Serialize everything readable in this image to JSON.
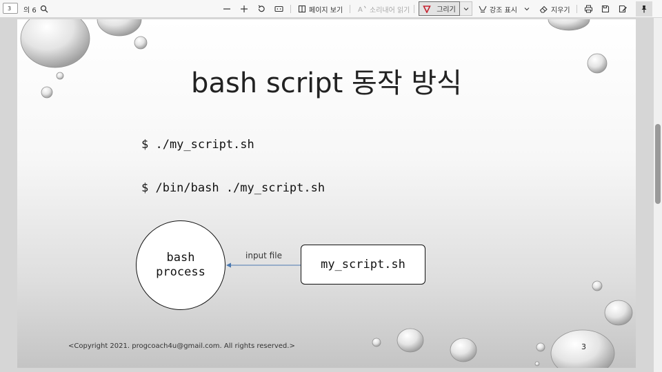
{
  "toolbar": {
    "page_current": "3",
    "page_total": "의 6",
    "page_view": "페이지 보기",
    "read_aloud": "소리내어 읽기",
    "draw": "그리기",
    "highlight": "강조 표시",
    "erase": "지우기"
  },
  "slide": {
    "title": "bash script 동작 방식",
    "cmd1": "$ ./my_script.sh",
    "cmd2": "$ /bin/bash ./my_script.sh",
    "circle_label": [
      "bash",
      "process"
    ],
    "arrow_label": "input file",
    "box_label": "my_script.sh",
    "footer": "<Copyright 2021. progcoach4u@gmail.com. All rights reserved.>",
    "page_number": "3"
  },
  "icons": {
    "search": "magnifier-icon",
    "zoom_out": "minus-icon",
    "zoom_in": "plus-icon",
    "rotate": "rotate-icon",
    "fit": "fit-page-icon",
    "page_view": "book-icon",
    "read_aloud": "read-aloud-icon",
    "draw": "triangle-pen-icon",
    "highlight": "highlighter-icon",
    "erase": "eraser-icon",
    "print": "printer-icon",
    "save": "save-icon",
    "save_as": "save-edit-icon",
    "pin": "pin-icon"
  },
  "colors": {
    "draw_accent": "#c5222f",
    "arrow": "#4a78b0"
  }
}
